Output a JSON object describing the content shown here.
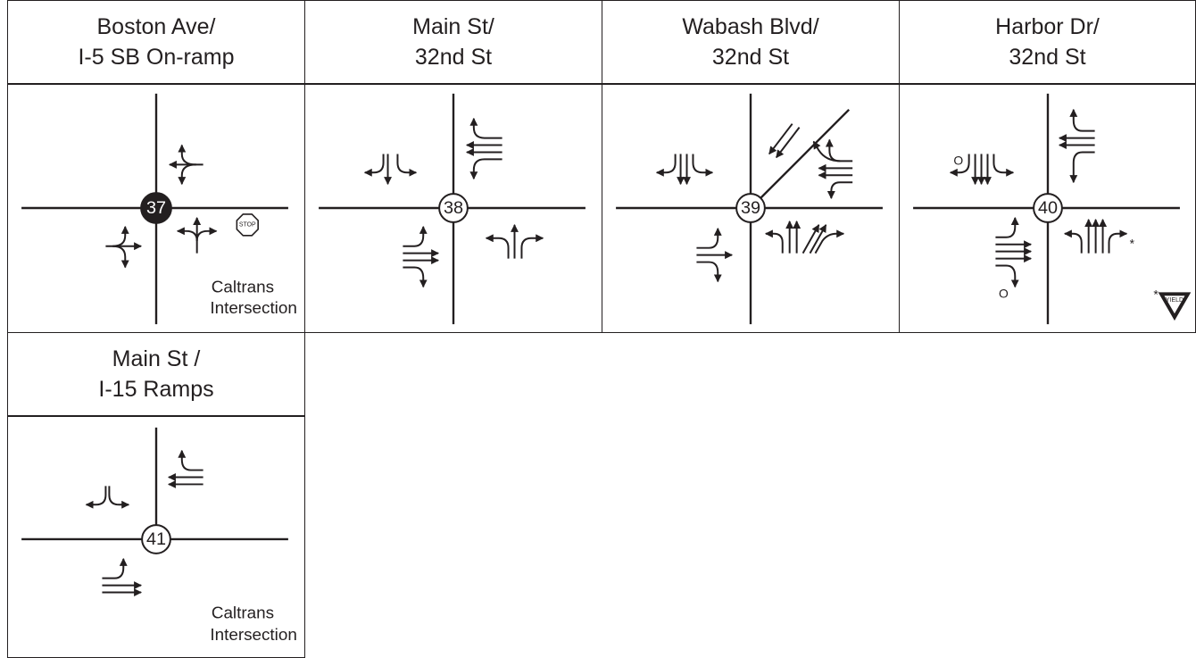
{
  "panels": [
    {
      "title": [
        "Boston Ave/",
        "I-5 SB On-ramp"
      ],
      "node": "37",
      "node_filled": true,
      "stop_label": "STOP",
      "note": [
        "Caltrans",
        "Intersection"
      ]
    },
    {
      "title": [
        "Main St/",
        "32nd St"
      ],
      "node": "38"
    },
    {
      "title": [
        "Wabash Blvd/",
        "32nd St"
      ],
      "node": "39"
    },
    {
      "title": [
        "Harbor Dr/",
        "32nd St"
      ],
      "node": "40",
      "overlap_labels": [
        "O",
        "O"
      ],
      "yield_note": "*",
      "yield_label": "YIELD"
    },
    {
      "title": [
        "Main St /",
        "I-15 Ramps"
      ],
      "node": "41",
      "note": [
        "Caltrans",
        "Intersection"
      ]
    }
  ],
  "colors": {
    "ink": "#231f20",
    "background": "#ffffff"
  }
}
